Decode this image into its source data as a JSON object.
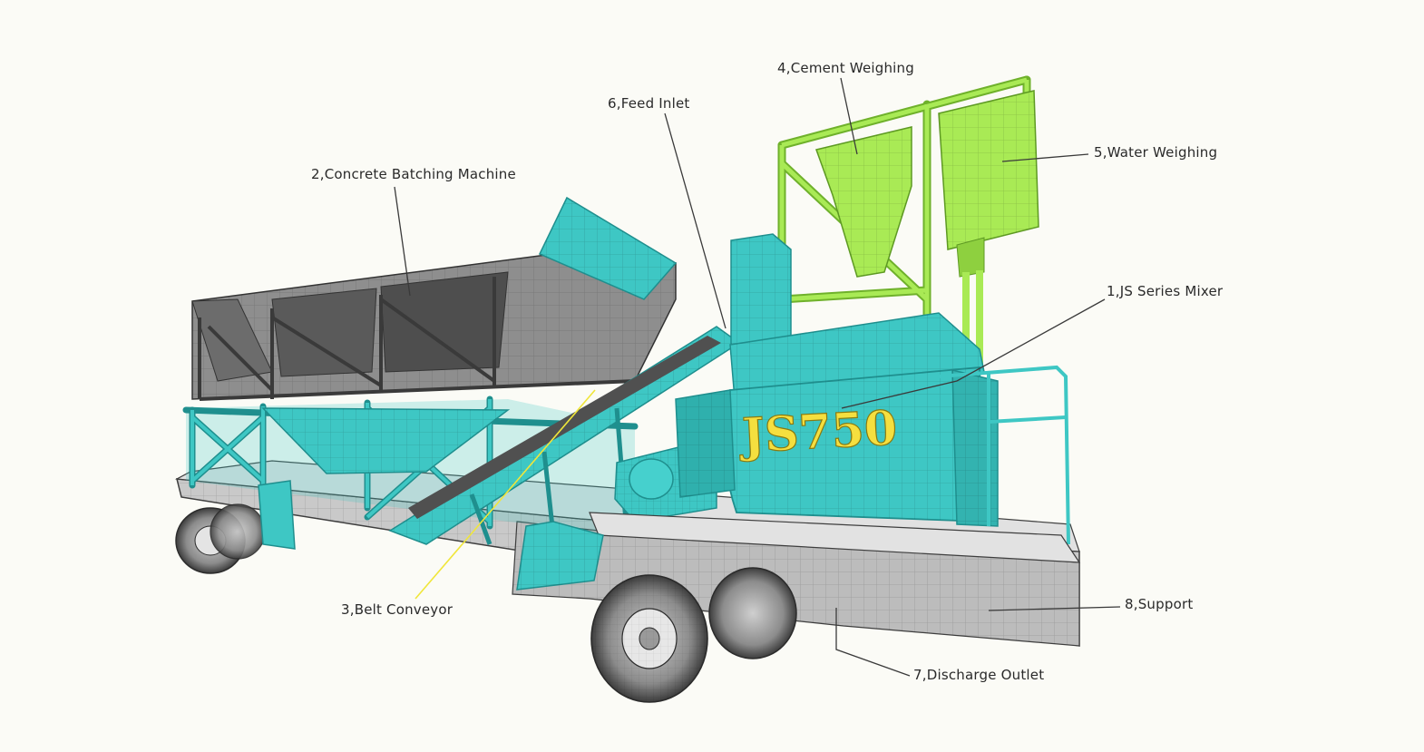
{
  "model_badge": "JS750",
  "colors": {
    "teal": "#3ec7c4",
    "teal_dark": "#1f8f8e",
    "lime": "#a9ea55",
    "lime_dark": "#6fb12b",
    "steel": "#9a9a9a",
    "steel_dark": "#4d4d4d",
    "badge_text": "#f5df3f",
    "leader_line": "#3a3a3a",
    "leader_highlight": "#f0e63a"
  },
  "labels": {
    "js_series_mixer": "1,JS Series Mixer",
    "concrete_batching_machine": "2,Concrete Batching Machine",
    "belt_conveyor": "3,Belt Conveyor",
    "cement_weighing": "4,Cement Weighing",
    "water_weighing": "5,Water Weighing",
    "feed_inlet": "6,Feed Inlet",
    "discharge_outlet": "7,Discharge Outlet",
    "support": "8,Support"
  }
}
